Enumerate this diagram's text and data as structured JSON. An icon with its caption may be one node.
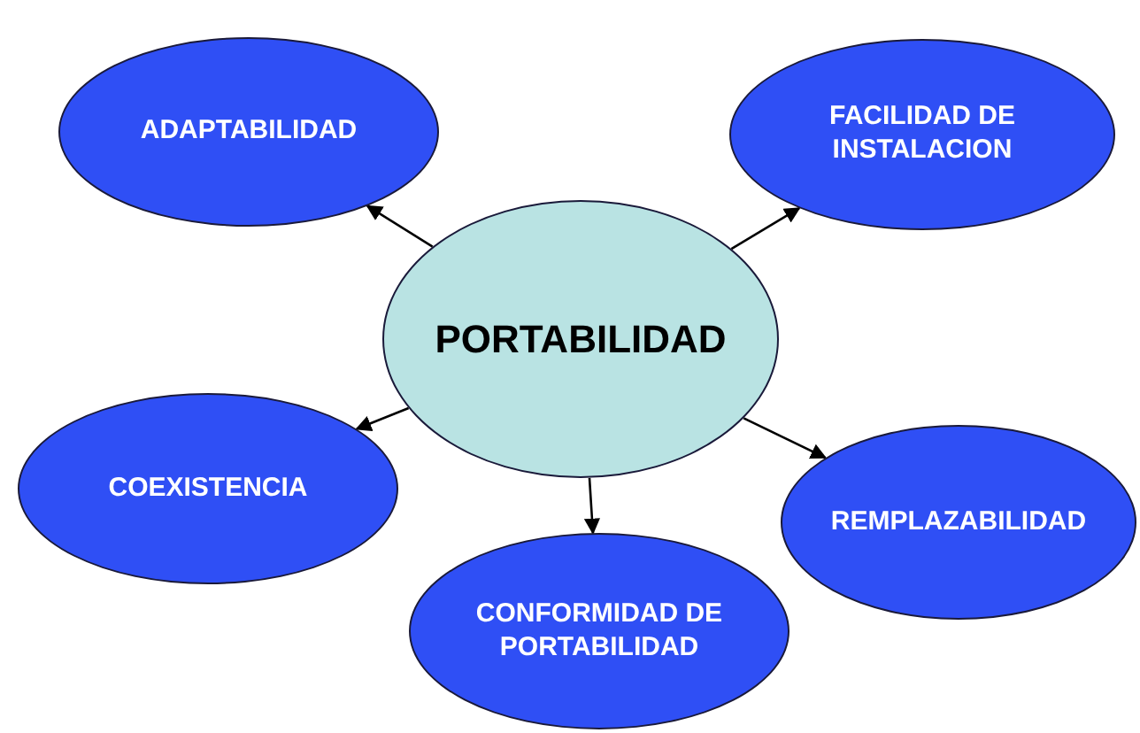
{
  "diagram": {
    "nodes": [
      {
        "text": [
          "ADAPTABILIDAD"
        ]
      },
      {
        "text": [
          "FACILIDAD DE INSTALACION"
        ]
      },
      {
        "text": [
          "PORTABILIDAD"
        ]
      },
      {
        "text": [
          "COEXISTENCIA"
        ]
      },
      {
        "text": [
          "REMPLAZABILIDAD"
        ]
      },
      {
        "text": [
          "CONFORMIDAD DE PORTABILIDAD"
        ]
      }
    ],
    "edges": [
      {
        "from": 2,
        "to": 0,
        "arrow": "to"
      },
      {
        "from": 2,
        "to": 1,
        "arrow": "to"
      },
      {
        "from": 2,
        "to": 3,
        "arrow": "to"
      },
      {
        "from": 2,
        "to": 4,
        "arrow": "to"
      },
      {
        "from": 2,
        "to": 5,
        "arrow": "to"
      }
    ]
  }
}
